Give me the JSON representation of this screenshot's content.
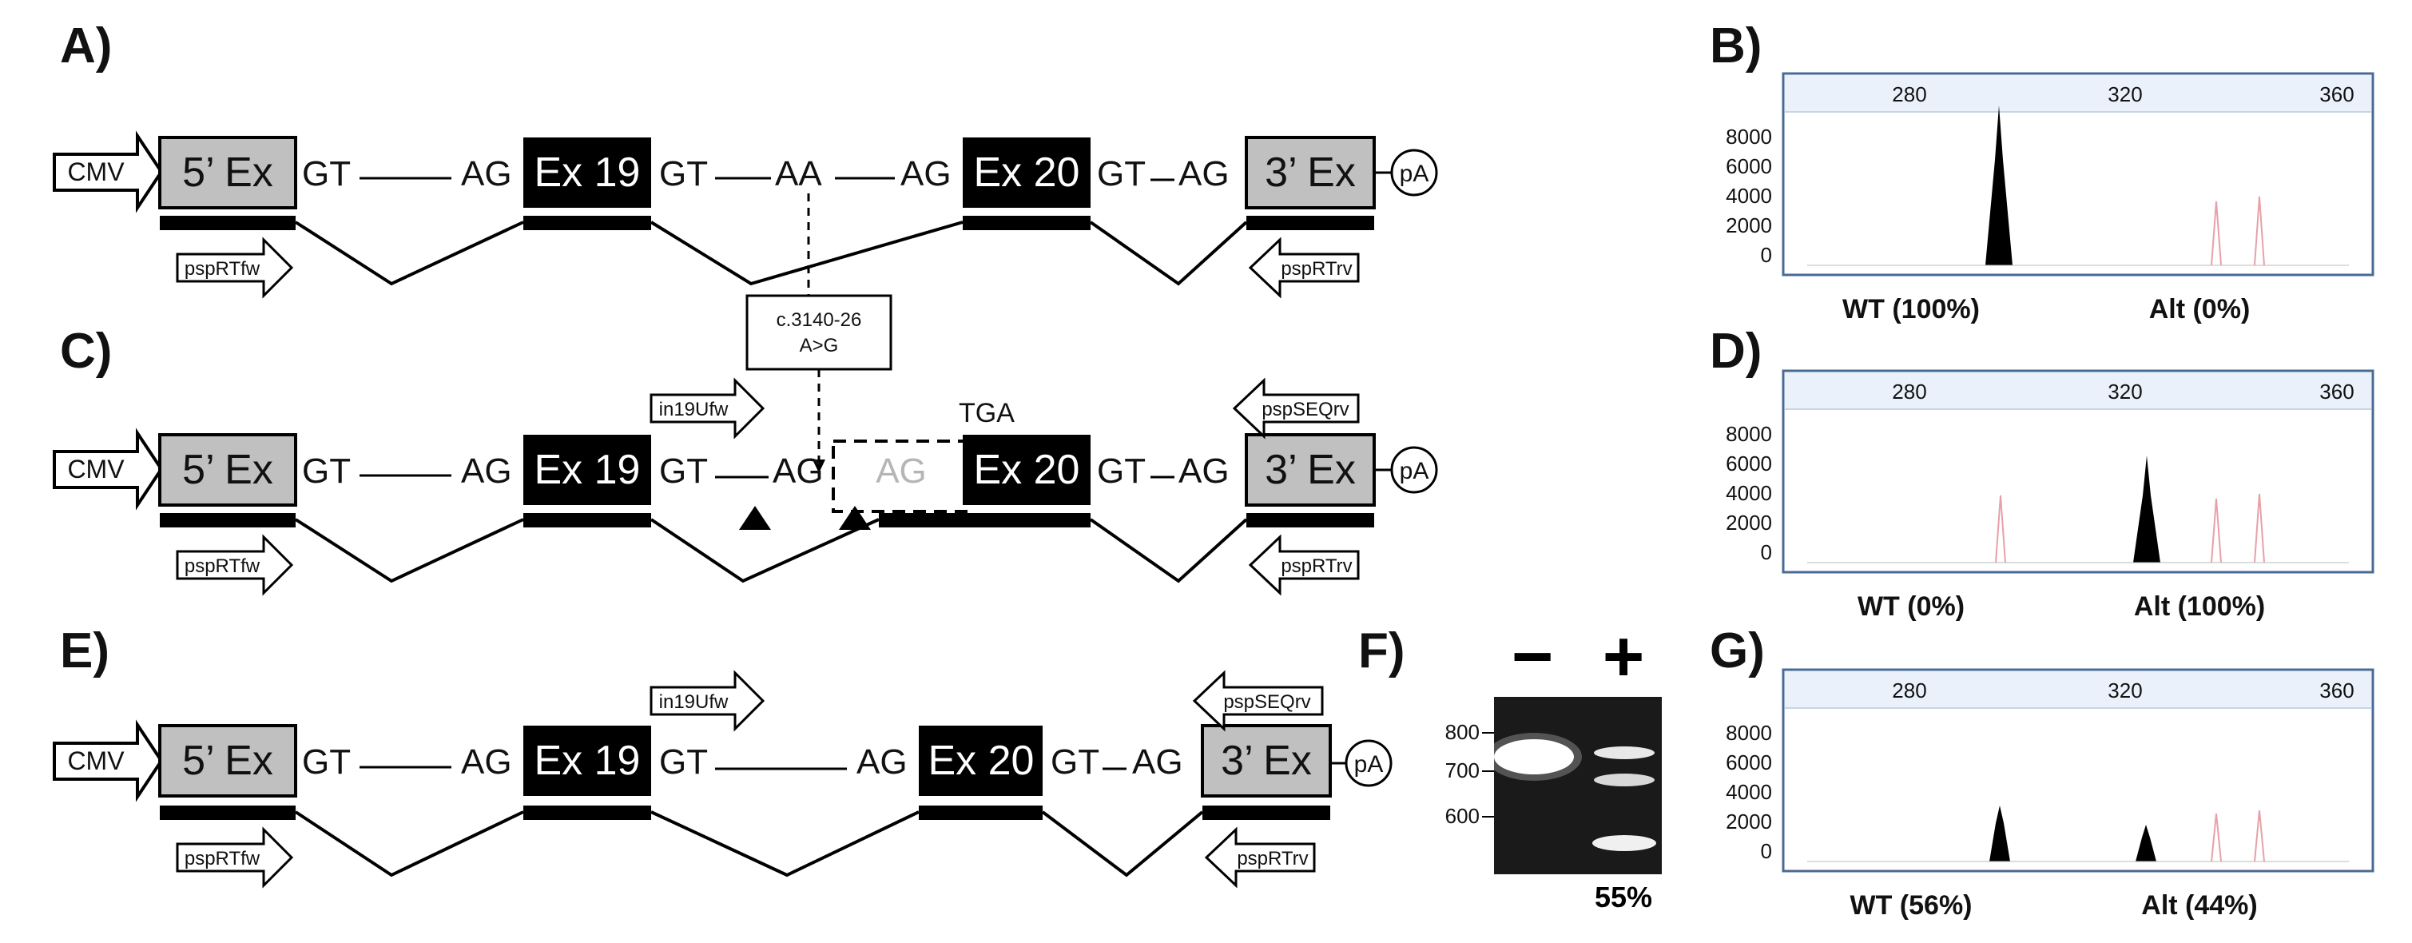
{
  "panels": {
    "a": "A)",
    "b": "B)",
    "c": "C)",
    "d": "D)",
    "e": "E)",
    "f": "F)",
    "g": "G)"
  },
  "construct": {
    "cmv": "CMV",
    "ex5": "5’ Ex",
    "ex3": "3’ Ex",
    "ex19": "Ex 19",
    "ex20": "Ex 20",
    "gt": "GT",
    "ag": "AG",
    "aa": "AA",
    "pa": "pA",
    "tga": "TGA"
  },
  "primers": {
    "pspRTfw": "pspRTfw",
    "pspRTrv": "pspRTrv",
    "in19Ufw": "in19Ufw",
    "pspSEQrv": "pspSEQrv"
  },
  "mutation": {
    "line1": "c.3140-26",
    "line2": "A>G"
  },
  "electropherograms": {
    "x_ticks": [
      "280",
      "320",
      "360"
    ],
    "y_ticks": [
      "8000",
      "6000",
      "4000",
      "2000",
      "0"
    ],
    "b": {
      "wt": "WT (100%)",
      "alt": "Alt (0%)"
    },
    "d": {
      "wt": "WT (0%)",
      "alt": "Alt (100%)"
    },
    "g": {
      "wt": "WT (56%)",
      "alt": "Alt (44%)"
    }
  },
  "gel": {
    "minus": "−",
    "plus": "+",
    "markers": [
      "800",
      "700",
      "600"
    ],
    "percent": "55%"
  },
  "colors": {
    "exon_black": "#000000",
    "exon_grey": "#c0c0c0",
    "plot_frame": "#4a6a96",
    "plot_header": "#eaf1fb",
    "faint_peak": "#e8a0a8"
  }
}
